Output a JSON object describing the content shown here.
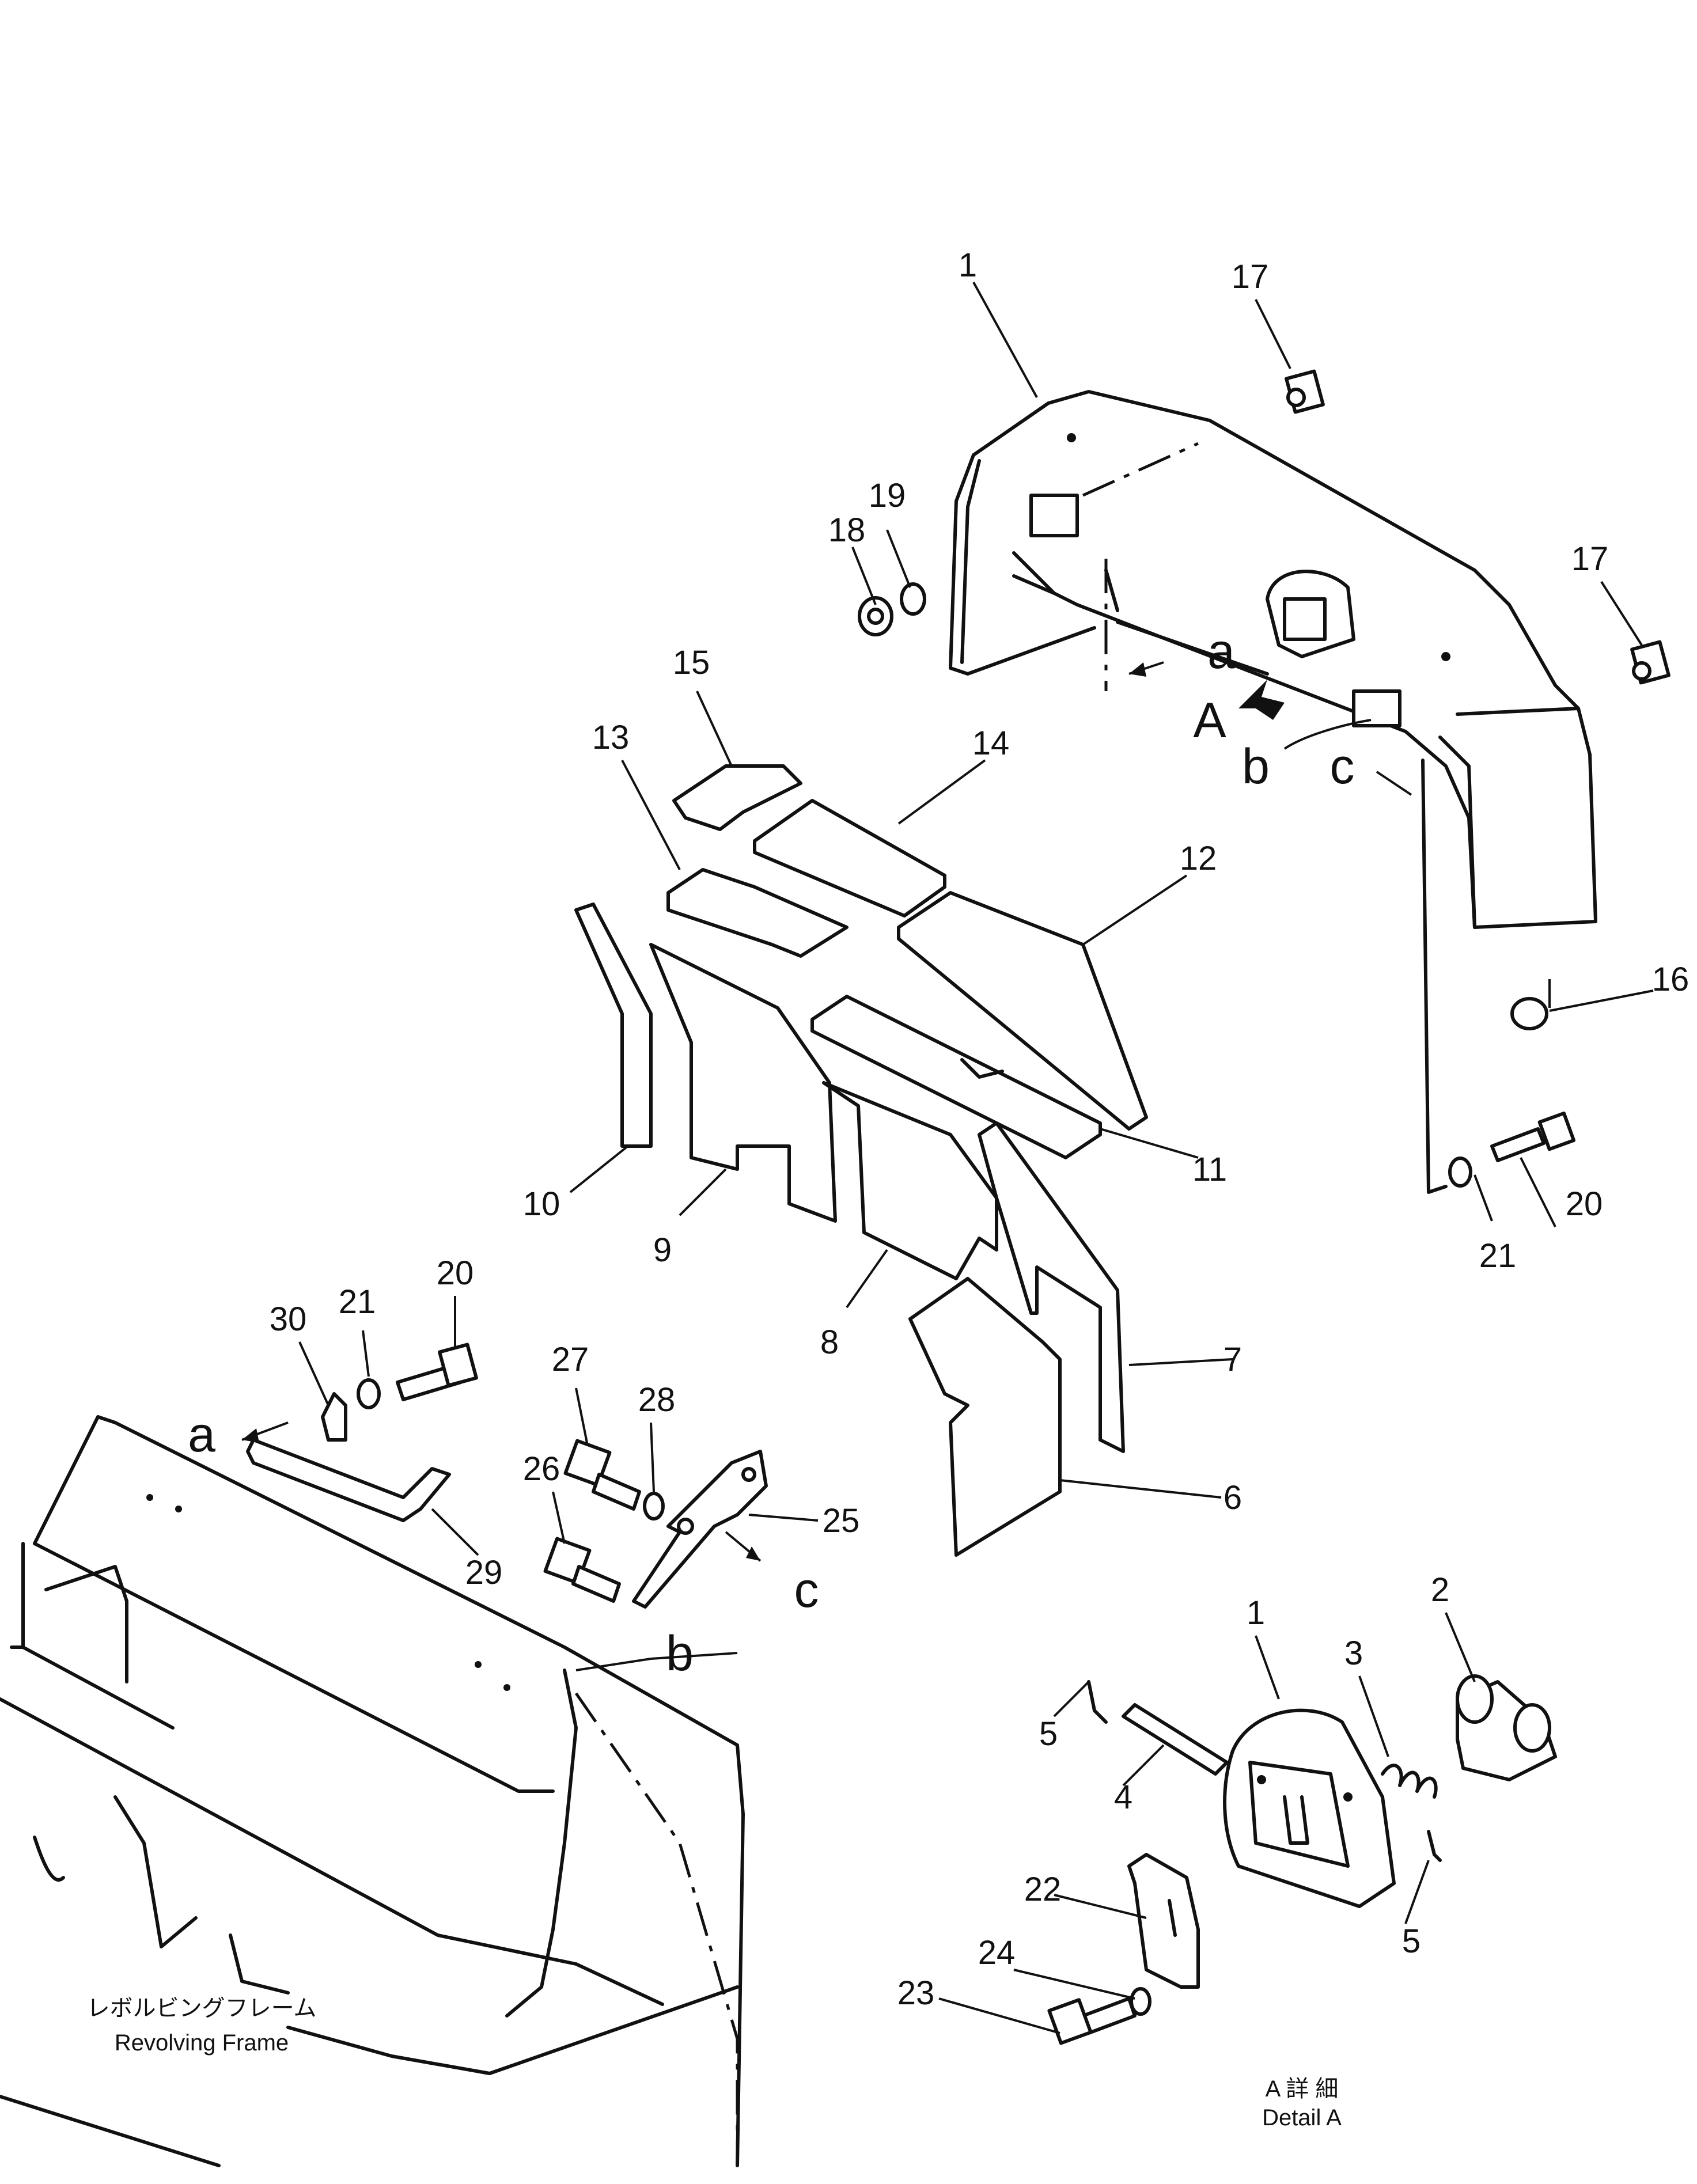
{
  "callouts": {
    "n1": "1",
    "n1b": "1",
    "n2": "2",
    "n3": "3",
    "n4": "4",
    "n5a": "5",
    "n5b": "5",
    "n6": "6",
    "n7": "7",
    "n8": "8",
    "n9": "9",
    "n10": "10",
    "n11": "11",
    "n12": "12",
    "n13": "13",
    "n14": "14",
    "n15": "15",
    "n16": "16",
    "n17a": "17",
    "n17b": "17",
    "n18": "18",
    "n19": "19",
    "n20a": "20",
    "n20b": "20",
    "n21a": "21",
    "n21b": "21",
    "n22": "22",
    "n23": "23",
    "n24": "24",
    "n25": "25",
    "n26": "26",
    "n27": "27",
    "n28": "28",
    "n29": "29",
    "n30": "30"
  },
  "refs": {
    "a_top": "a",
    "a_left": "a",
    "b_top": "b",
    "b_left": "b",
    "c_top": "c",
    "c_mid": "c",
    "A": "A"
  },
  "captions": {
    "frame_jp": "レボルビングフレーム",
    "frame_en": "Revolving Frame",
    "detail_jp": "A 詳 細",
    "detail_en": "Detail A"
  }
}
